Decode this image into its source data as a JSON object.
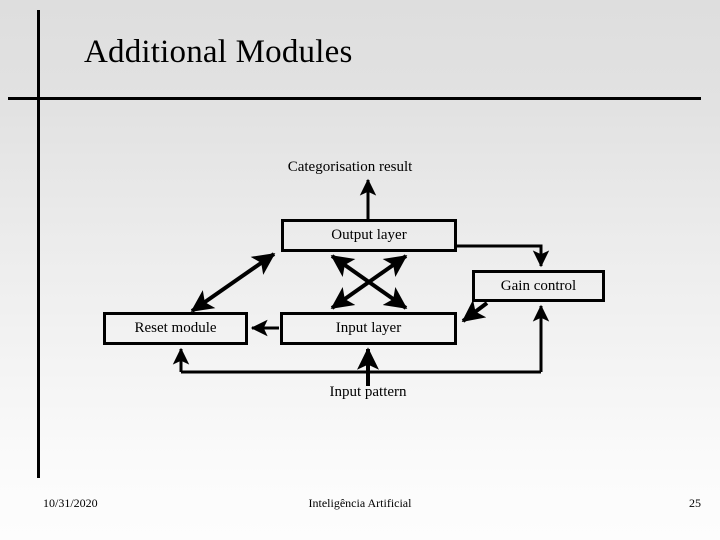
{
  "slide": {
    "title": "Additional Modules",
    "background_top_color": "#dedede",
    "background_bottom_color": "#fdfdfd",
    "rule_color": "#000000"
  },
  "diagram": {
    "boxes": [
      {
        "id": "output",
        "label": "Output layer"
      },
      {
        "id": "gain",
        "label": "Gain control"
      },
      {
        "id": "reset",
        "label": "Reset module"
      },
      {
        "id": "input",
        "label": "Input layer"
      }
    ],
    "labels": [
      {
        "id": "categorisation",
        "text": "Categorisation result"
      },
      {
        "id": "input-pattern",
        "text": "Input pattern"
      }
    ],
    "connections": [
      {
        "from": "output",
        "to": "categorisation",
        "style": "single-arrow-up"
      },
      {
        "from": "output",
        "to": "input",
        "style": "double-arrow-diagonal"
      },
      {
        "from": "input",
        "to": "output",
        "style": "double-arrow-diagonal"
      },
      {
        "from": "reset",
        "to": "output",
        "style": "double-arrow-diagonal"
      },
      {
        "from": "input",
        "to": "reset",
        "style": "single-arrow-left"
      },
      {
        "from": "output",
        "to": "gain",
        "style": "orthogonal-arrow-down"
      },
      {
        "from": "gain",
        "to": "input",
        "style": "single-arrow-diagonal"
      },
      {
        "from": "input-pattern",
        "to": "input",
        "style": "single-arrow-up"
      },
      {
        "from": "input-pattern",
        "to": "reset",
        "style": "orthogonal-arrow-up"
      },
      {
        "from": "input-pattern",
        "to": "gain",
        "style": "orthogonal-arrow-up"
      }
    ]
  },
  "footer": {
    "date": "10/31/2020",
    "subject": "Inteligência Artificial",
    "page_number": "25"
  }
}
